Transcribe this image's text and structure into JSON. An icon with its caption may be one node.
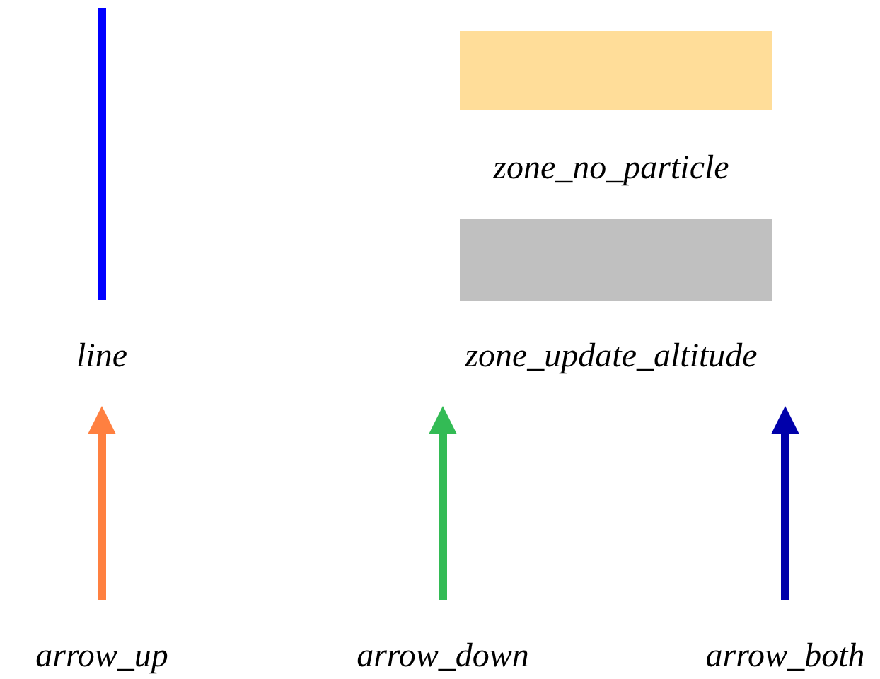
{
  "diagram": {
    "legend": [
      {
        "text": "line"
      },
      {
        "text": "zone_no_particle",
        "color": "#ffdd99"
      },
      {
        "text": "zone_update_altitude",
        "color": "#c0c0c0"
      },
      {
        "text": "arrow_up"
      },
      {
        "text": "arrow_down"
      },
      {
        "text": "arrow_both"
      }
    ]
  }
}
